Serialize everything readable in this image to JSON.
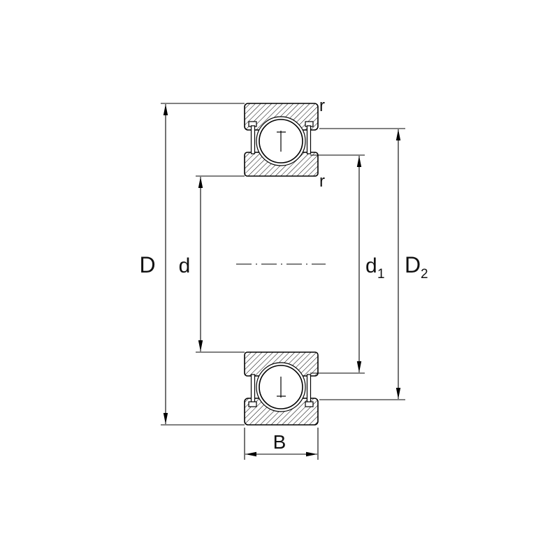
{
  "labels": {
    "outer_diameter": "D",
    "bore_diameter": "d",
    "d1_base": "d",
    "d1_subscript": "1",
    "d2_base": "D",
    "d2_subscript": "2",
    "width": "B",
    "radius_outer": "r",
    "radius_inner": "r"
  },
  "colors": {
    "line": "#000000",
    "background": "#ffffff"
  }
}
